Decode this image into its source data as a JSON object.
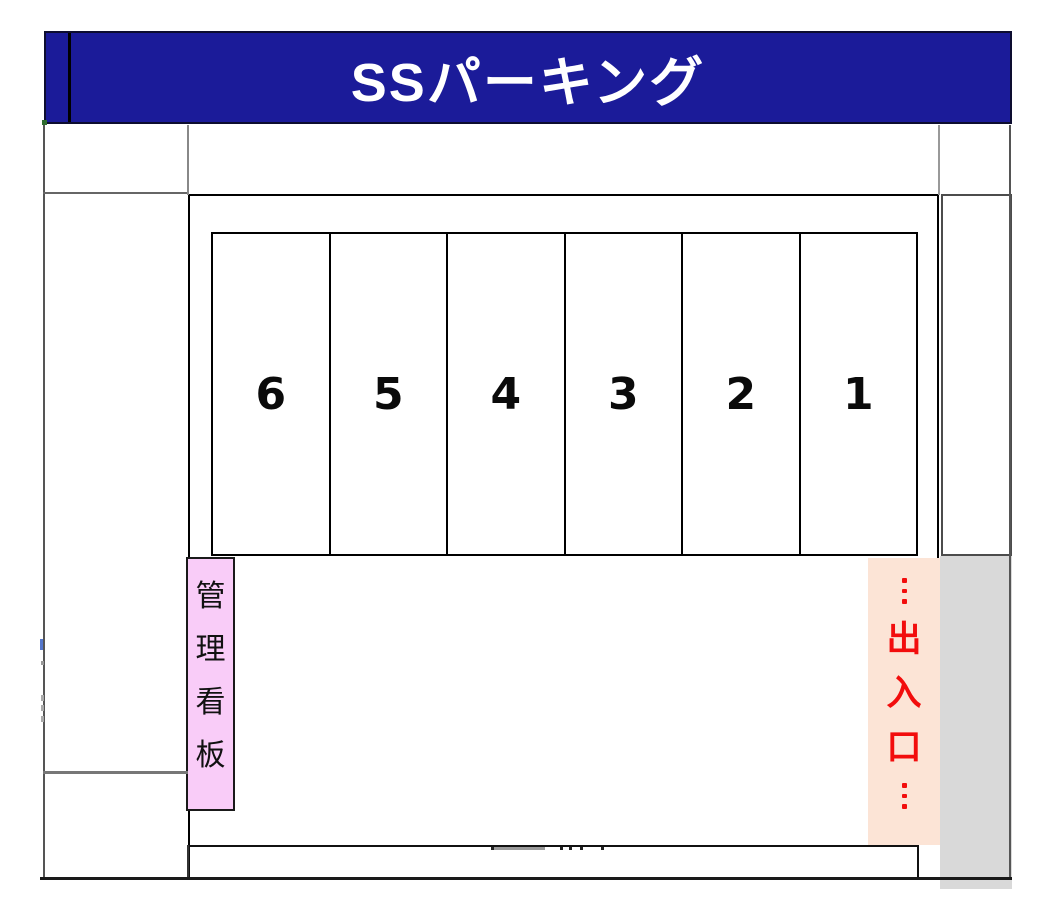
{
  "banner": {
    "title": "SSパーキング"
  },
  "parking": {
    "numbers": [
      "6",
      "5",
      "4",
      "3",
      "2",
      "1"
    ]
  },
  "management_sign": {
    "label": "管理看板",
    "chars": [
      "管",
      "理",
      "看",
      "板"
    ]
  },
  "entrance_exit": {
    "label": "出入口",
    "chars": [
      "出",
      "入",
      "口"
    ]
  },
  "colors": {
    "banner_bg": "#1b1b99",
    "banner_text": "#ffffff",
    "sign_pink": "#f9ccf8",
    "entrance_peach": "#fce4d6",
    "entrance_red": "#f20d0d",
    "road_gray": "#d9d9d9"
  }
}
